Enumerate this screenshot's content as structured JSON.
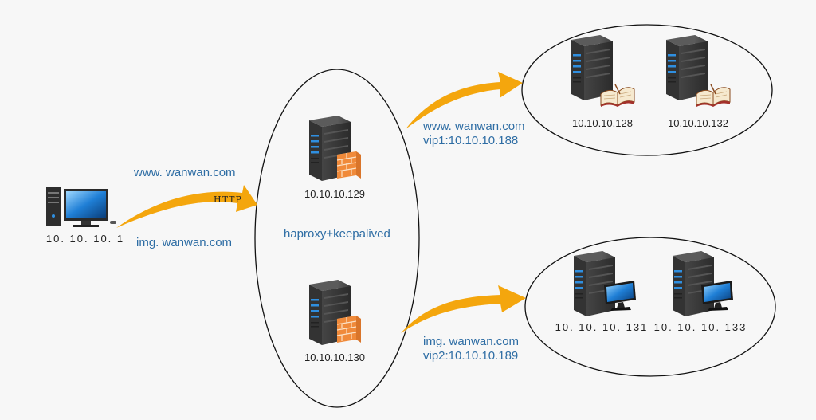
{
  "client": {
    "ip": "10. 10. 10. 1"
  },
  "request": {
    "domain_www": "www. wanwan.com",
    "protocol": "HTTP",
    "domain_img": "img. wanwan.com"
  },
  "lb_cluster": {
    "label": "haproxy+keepalived",
    "node1_ip": "10.10.10.129",
    "node2_ip": "10.10.10.130"
  },
  "route_www": {
    "domain": "www. wanwan.com",
    "vip": "vip1:10.10.10.188"
  },
  "route_img": {
    "domain": "img. wanwan.com",
    "vip": "vip2:10.10.10.189"
  },
  "web_cluster": {
    "server1_ip": "10.10.10.128",
    "server2_ip": "10.10.10.132"
  },
  "img_cluster": {
    "server1_ip": "10. 10. 10. 131",
    "server2_ip": "10. 10. 10. 133"
  },
  "colors": {
    "arrow": "#f4a60d",
    "label": "#2e6da4",
    "server": "#3a3a3a",
    "led": "#2f8fe0"
  }
}
